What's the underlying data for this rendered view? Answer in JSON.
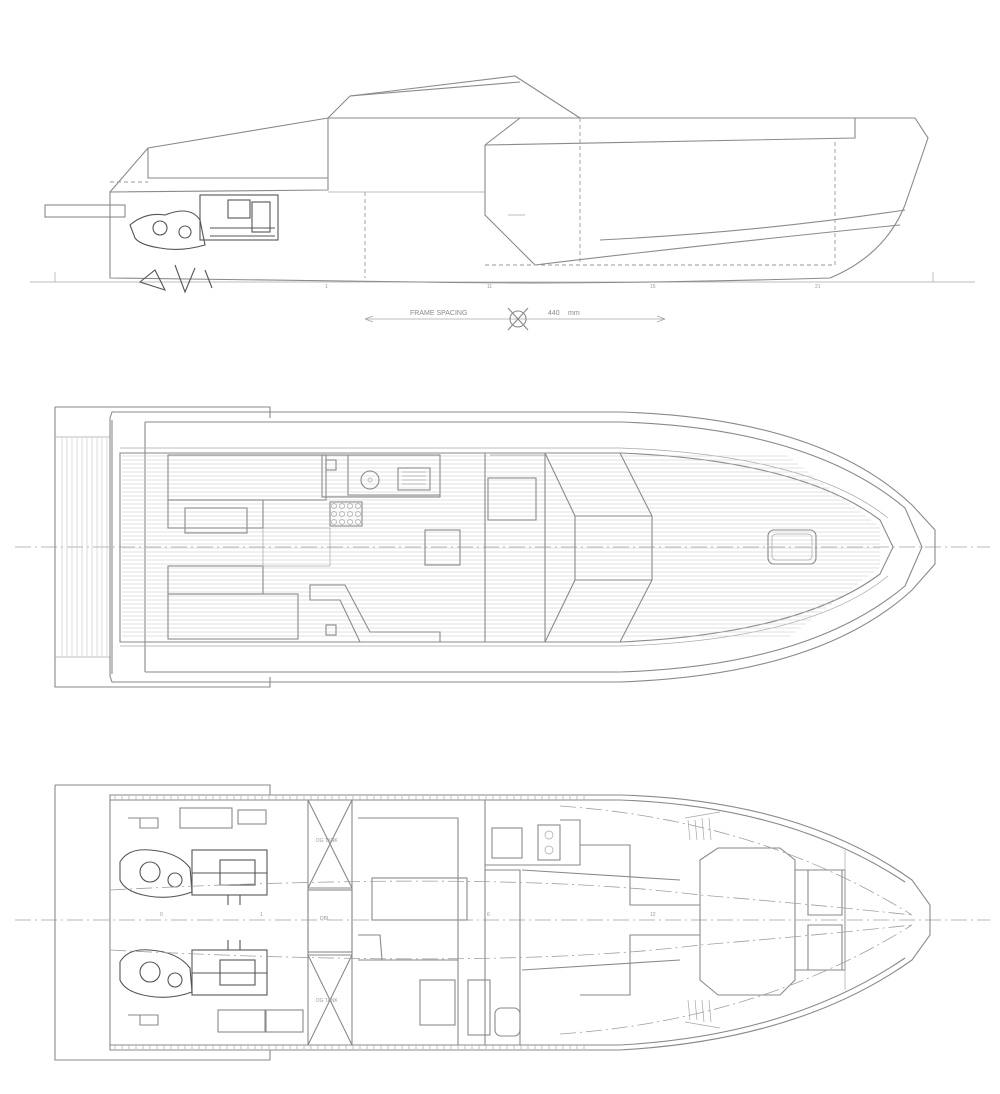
{
  "side_view": {
    "frame_spacing_label": "FRAME SPACING",
    "frame_spacing_value": "440",
    "frame_spacing_unit": "mm"
  },
  "lower_deck": {
    "tank_top_label": "DG TANK",
    "tank_mid_label": "DBL",
    "tank_bottom_label": "DG TANK"
  },
  "colors": {
    "line": "#8a8a8a",
    "engine": "#555555",
    "background": "#ffffff"
  }
}
